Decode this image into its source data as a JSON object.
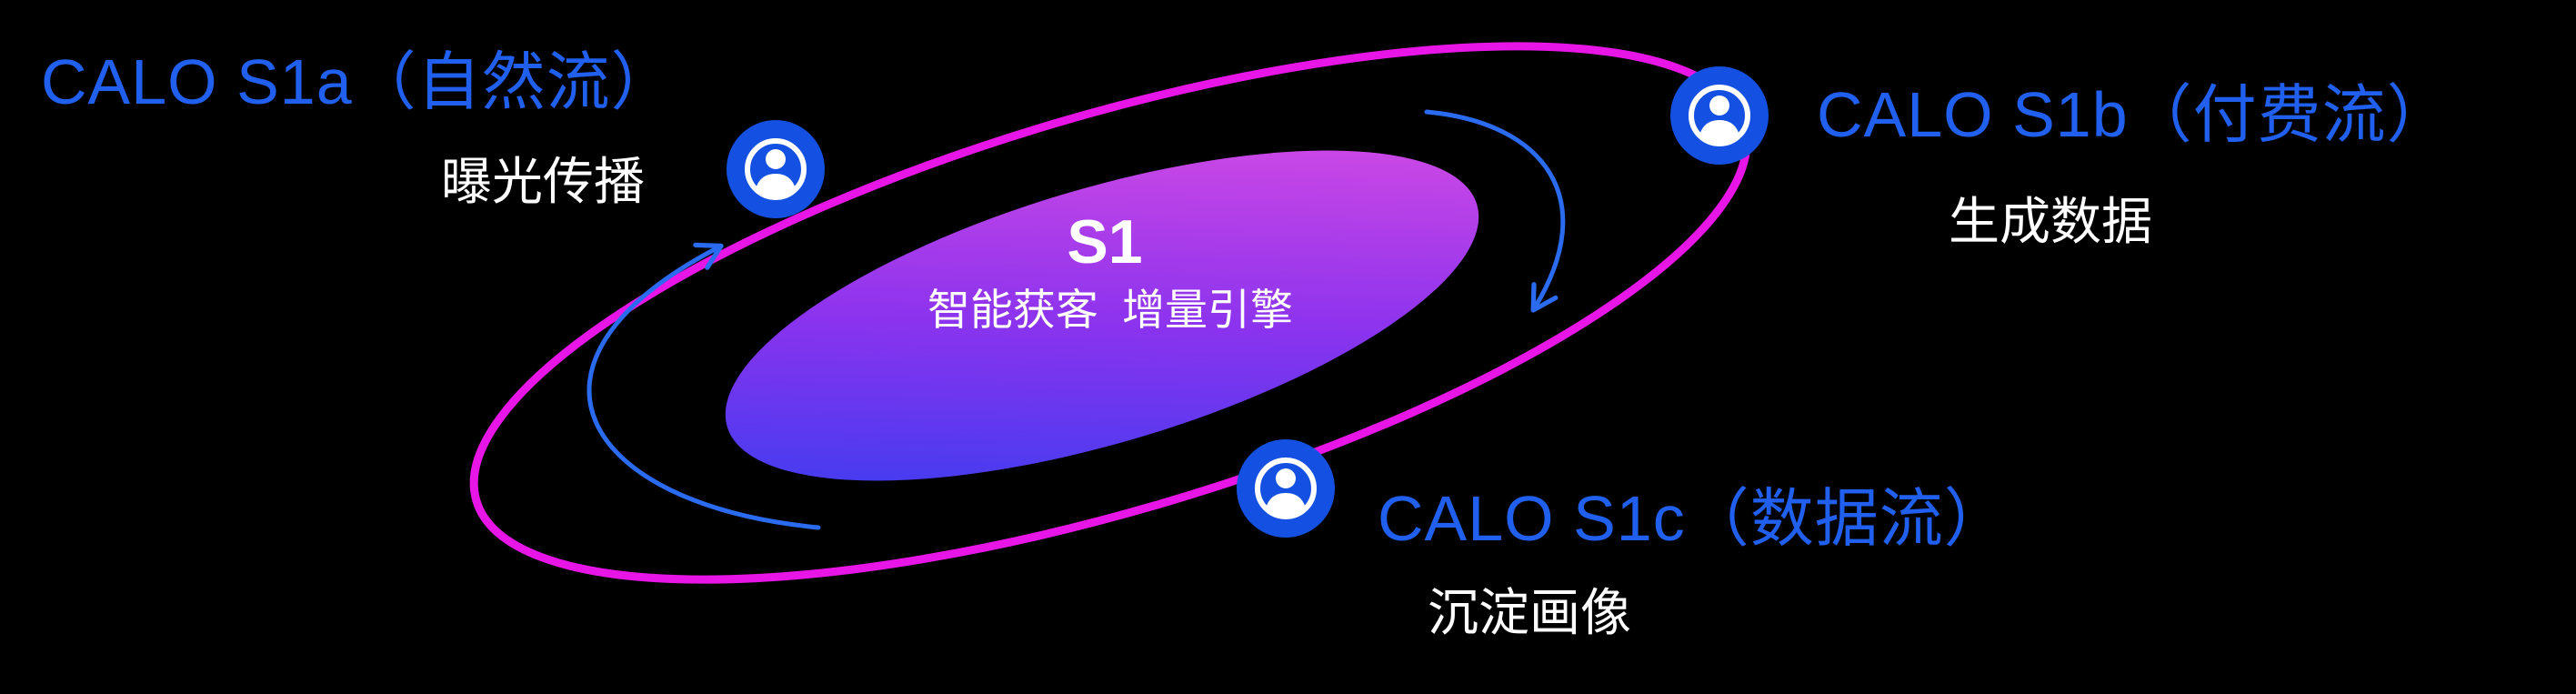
{
  "diagram": {
    "background_color": "#000000",
    "center": {
      "title": "S1",
      "subtitle": "智能获客  增量引擎"
    },
    "nodes": [
      {
        "id": "s1a",
        "title": "CALO S1a（自然流）",
        "subtitle": "曝光传播",
        "icon": "user-icon",
        "position": "top-left"
      },
      {
        "id": "s1b",
        "title": "CALO S1b（付费流）",
        "subtitle": "生成数据",
        "icon": "user-icon",
        "position": "top-right"
      },
      {
        "id": "s1c",
        "title": "CALO S1c（数据流）",
        "subtitle": "沉淀画像",
        "icon": "user-icon",
        "position": "bottom-center"
      }
    ],
    "colors": {
      "title_blue": "#2160ee",
      "node_blue": "#1451e2",
      "ring_magenta": "#e716e7",
      "core_gradient_start": "#2b3ff0",
      "core_gradient_mid": "#8b33ee",
      "core_gradient_end": "#e24fe2",
      "arrow_blue": "#2b6bf0",
      "text_white": "#ffffff"
    }
  }
}
